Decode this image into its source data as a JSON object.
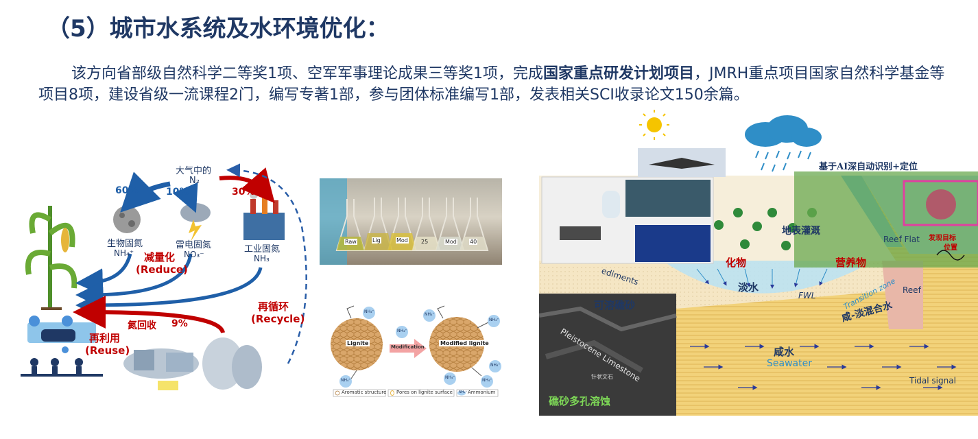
{
  "heading": "（5）城市水系统及水环境优化：",
  "paragraph": {
    "part1": "该方向省部级自然科学二等奖1项、空军军事理论成果三等奖1项，完成",
    "bold": "国家重点研发计划项目",
    "part2": "，JMRH重点项目国家自然科学基金等项目8项，建设省级一流课程2门，编写专著1部，参与团体标准编写1部，发表相关SCI收录论文150余篇。"
  },
  "nitrogen_cycle": {
    "atmosphere_label_1": "大气中的",
    "atmosphere_label_2": "N₂",
    "pct_bio": "60%",
    "pct_lightning": "10%",
    "pct_industry": "30%",
    "pct_recovery": "9%",
    "bio_fixation": "生物固氮",
    "bio_fixation_sub": "NH₄⁺",
    "lightning_fixation": "雷电固氮",
    "lightning_fixation_sub": "NO₃⁻",
    "industrial_fixation": "工业固氮",
    "industrial_fixation_sub": "NH₃",
    "reduce_cn": "减量化",
    "reduce_en": "(Reduce)",
    "recycle_cn": "再循环",
    "recycle_en": "(Recycle)",
    "reuse_cn": "再利用",
    "reuse_en": "(Reuse)",
    "recovery_cn": "氮回收"
  },
  "lignite_diagram": {
    "lignite": "Lignite",
    "modified": "Modified lignite",
    "modification": "Modification",
    "ammonium": "NH₄⁺",
    "legend_aromatic": "Aromatic structure",
    "legend_pores": "Pores on lignite surface",
    "legend_ammonium_symbol": "NH₄⁺",
    "legend_ammonium": "Ammonium"
  },
  "flask_labels": [
    "Raw",
    "Lig",
    "Mod",
    "25",
    "Mod",
    "40"
  ],
  "coastal": {
    "ai_label": "基于AI深自动识别+定位",
    "target_label_1": "发现目标",
    "target_label_2": "位置",
    "irrigation": "地表灌溉",
    "nutrients_partial": "化物",
    "nutrients": "营养物",
    "reef_flat": "Reef Flat",
    "sediments": "ediments",
    "freshwater": "淡水",
    "fwl": "FWL",
    "transition": "Transition zone",
    "mixed": "咸-淡混合水",
    "reef": "Reef",
    "soluble_sand": "可溶礁砂",
    "pleistocene": "Pleistocene Limestone",
    "saltwater": "咸水",
    "seawater": "Seawater",
    "tidal": "Tidal signal",
    "karst": "礁砂多孔溶蚀",
    "micro_label": "针状文石"
  },
  "colors": {
    "navy": "#1f3864",
    "red": "#c00000",
    "blue_arrow": "#1f5fa8"
  }
}
